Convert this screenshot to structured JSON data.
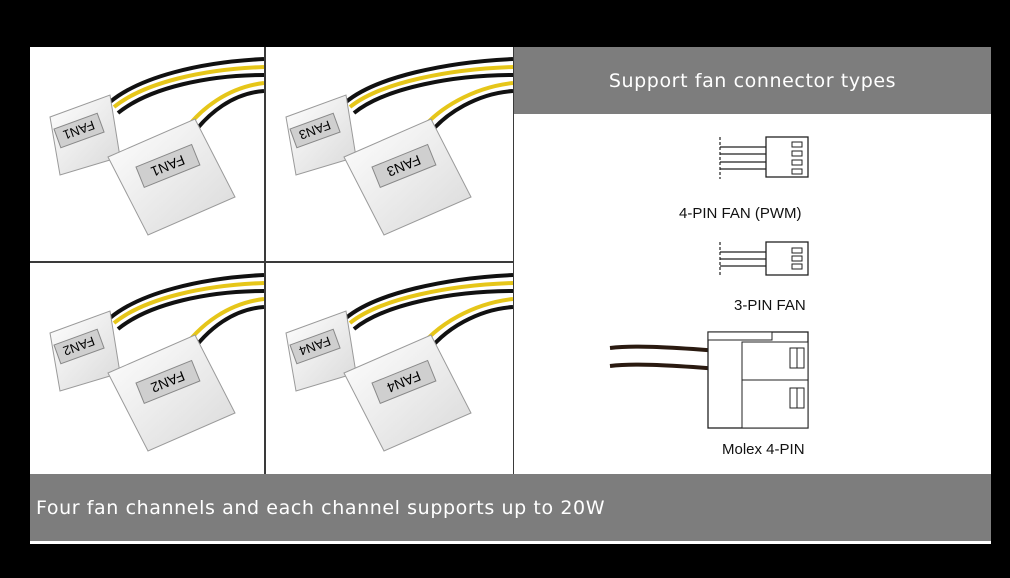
{
  "header": {
    "title": "Support fan connector types"
  },
  "connectors": [
    {
      "label": "4-PIN FAN (PWM)",
      "icon": "fan-4pin-connector-icon"
    },
    {
      "label": "3-PIN FAN",
      "icon": "fan-3pin-connector-icon"
    },
    {
      "label": "Molex 4-PIN",
      "icon": "molex-4pin-connector-icon"
    }
  ],
  "cables": [
    {
      "small_tag": "FAN1",
      "large_tag": "FAN1"
    },
    {
      "small_tag": "FAN3",
      "large_tag": "FAN3"
    },
    {
      "small_tag": "FAN2",
      "large_tag": "FAN2"
    },
    {
      "small_tag": "FAN4",
      "large_tag": "FAN4"
    }
  ],
  "footer": {
    "caption": "Four fan channels and each channel supports up to 20W"
  },
  "colors": {
    "band": "#7d7d7d",
    "background": "#000000",
    "wire_yellow": "#e6c619",
    "wire_black": "#111111"
  }
}
